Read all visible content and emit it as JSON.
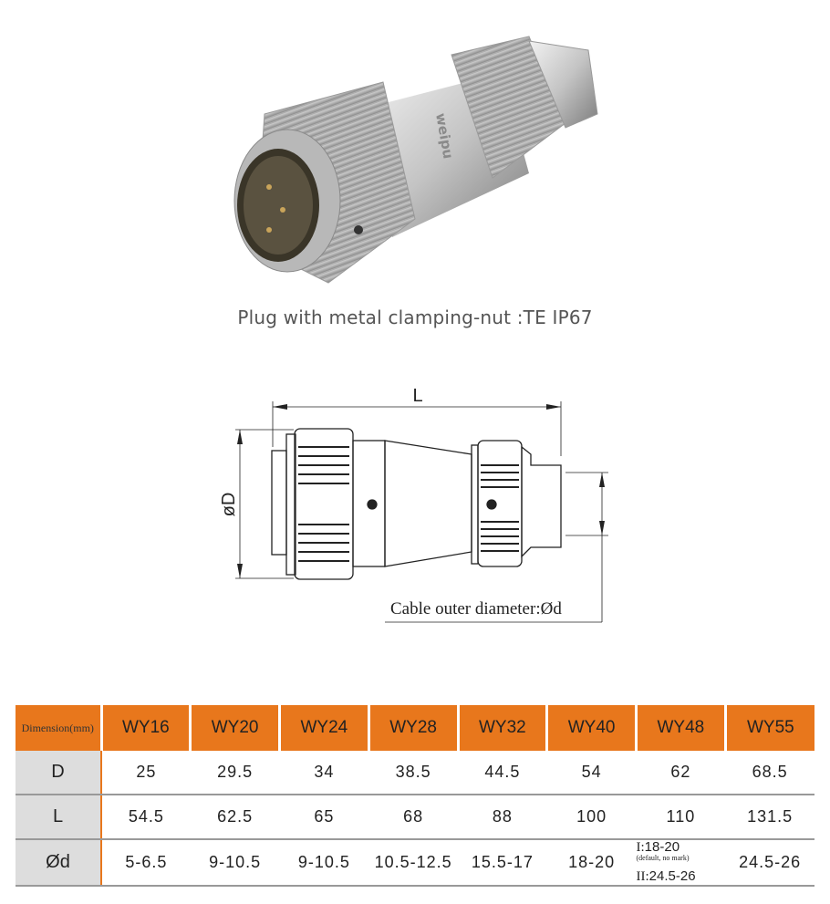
{
  "product": {
    "caption": "Plug with metal clamping-nut :TE   IP67",
    "brand_marking": "weipu",
    "image_alt": "metal-connector-plug-photo"
  },
  "drawing": {
    "label_length": "L",
    "label_diameter": "øD",
    "label_cable": "Cable outer diameter:Ød"
  },
  "table": {
    "corner_header": "Dimension(mm)",
    "models": [
      "WY16",
      "WY20",
      "WY24",
      "WY28",
      "WY32",
      "WY40",
      "WY48",
      "WY55"
    ],
    "rows": [
      {
        "label": "D",
        "values": [
          "25",
          "29.5",
          "34",
          "38.5",
          "44.5",
          "54",
          "62",
          "68.5"
        ]
      },
      {
        "label": "L",
        "values": [
          "54.5",
          "62.5",
          "65",
          "68",
          "88",
          "100",
          "110",
          "131.5"
        ]
      },
      {
        "label": "Ød",
        "values": [
          "5-6.5",
          "9-10.5",
          "9-10.5",
          "10.5-12.5",
          "15.5-17",
          "18-20",
          "",
          "24.5-26"
        ]
      }
    ],
    "wy48_cable": {
      "line1_prefix": "I:",
      "line1_value": "18-20",
      "line1_note": "(default, no mark)",
      "line2_prefix": "II:",
      "line2_value": "24.5-26"
    }
  },
  "colors": {
    "header_orange": "#e8771c",
    "rowhead_gray": "#dddddd",
    "caption_gray": "#555555"
  }
}
